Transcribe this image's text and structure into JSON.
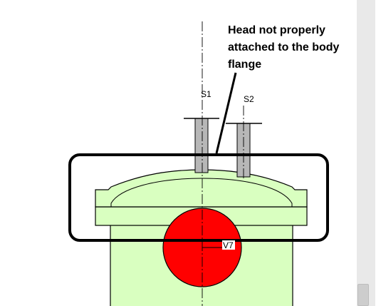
{
  "annotation": {
    "lines": [
      "Head not properly",
      "attached to the body",
      "flange"
    ]
  },
  "labels": {
    "s1": "S1",
    "s2": "S2",
    "v7": "V7"
  },
  "colors": {
    "vessel_fill": "#d9ffc0",
    "outline": "#000000",
    "nozzle_fill": "#b7b7b7",
    "valve_fill": "#ff0000",
    "highlight_box": "#000000",
    "background": "#ffffff"
  }
}
